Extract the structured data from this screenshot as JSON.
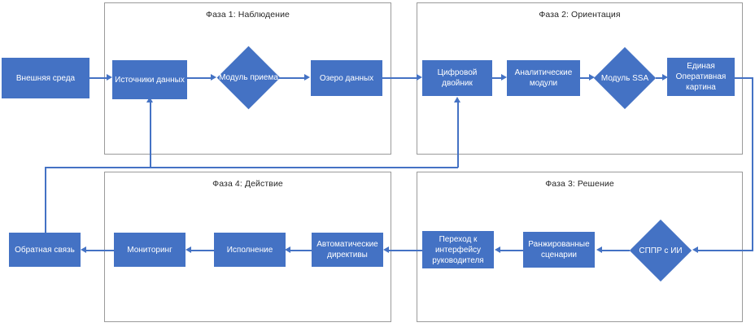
{
  "diagram": {
    "title": "OODA loop process diagram",
    "accent_color": "#4472c4",
    "container_border_color": "#9a9a9a",
    "node_text_color": "#ffffff"
  },
  "phases": [
    {
      "id": "phase1",
      "label": "Фаза 1: Наблюдение"
    },
    {
      "id": "phase2",
      "label": "Фаза 2: Ориентация"
    },
    {
      "id": "phase4",
      "label": "Фаза 4: Действие"
    },
    {
      "id": "phase3",
      "label": "Фаза 3: Решение"
    }
  ],
  "nodes": {
    "external_env": {
      "label": "Внешняя среда",
      "shape": "rect"
    },
    "data_sources": {
      "label": "Источники данных",
      "shape": "rect"
    },
    "ingest_module": {
      "label": "Модуль приема",
      "shape": "diamond"
    },
    "data_lake": {
      "label": "Озеро данных",
      "shape": "rect"
    },
    "digital_twin": {
      "label": "Цифровой двойник",
      "shape": "rect"
    },
    "analytic_modules": {
      "label": "Аналитические модули",
      "shape": "rect"
    },
    "ssa_module": {
      "label": "Модуль SSA",
      "shape": "diamond"
    },
    "common_picture": {
      "label": "Единая Оперативная картина",
      "shape": "rect"
    },
    "ai_dss": {
      "label": "СППР с ИИ",
      "shape": "diamond"
    },
    "ranked_scenarios": {
      "label": "Ранжированные сценарии",
      "shape": "rect"
    },
    "commander_ui": {
      "label": "Переход к интерфейсу руководителя",
      "shape": "rect"
    },
    "auto_directives": {
      "label": "Автоматические директивы",
      "shape": "rect"
    },
    "execution": {
      "label": "Исполнение",
      "shape": "rect"
    },
    "monitoring": {
      "label": "Мониторинг",
      "shape": "rect"
    },
    "feedback": {
      "label": "Обратная связь",
      "shape": "rect"
    }
  }
}
